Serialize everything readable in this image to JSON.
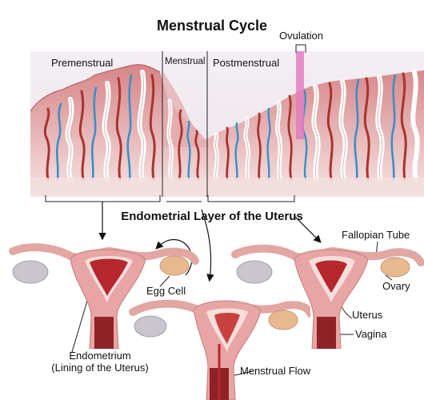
{
  "title": "Menstrual Cycle",
  "phases": {
    "premenstrual": "Premenstrual",
    "menstrual": "Menstrual",
    "postmenstrual": "Postmenstrual",
    "ovulation": "Ovulation"
  },
  "subtitle": "Endometrial Layer of the Uterus",
  "labels": {
    "egg_cell": "Egg Cell",
    "endometrium_line1": "Endometrium",
    "endometrium_line2": "(Lining of the Uterus)",
    "menstrual_flow": "Menstrual Flow",
    "fallopian_tube": "Fallopian Tube",
    "ovary": "Ovary",
    "uterus": "Uterus",
    "vagina": "Vagina"
  },
  "colors": {
    "tissue": "#d9888a",
    "tissue_light": "#f1c8c6",
    "artery": "#a8332f",
    "vein": "#3a8fc9",
    "gland": "#ffffff",
    "ovulation_bar": "#e47bc0",
    "cavity": "#b5272c",
    "ovary": "#c9c6cf"
  }
}
